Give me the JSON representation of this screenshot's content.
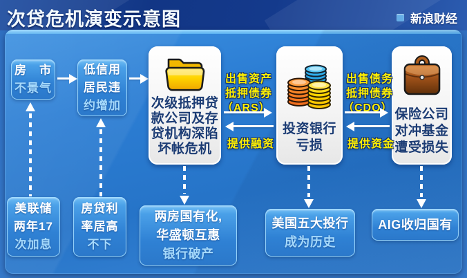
{
  "header": {
    "title": "次贷危机演变示意图",
    "brand": "新浪财经"
  },
  "flow": {
    "top_boxes": [
      {
        "id": "housing-market",
        "lines": [
          "房　市",
          "不景气"
        ]
      },
      {
        "id": "low-credit-defaults",
        "lines": [
          "低信用",
          "居民违",
          "约增加"
        ]
      }
    ],
    "stage_boxes": [
      {
        "id": "subprime-lenders",
        "icon": "folder-icon",
        "lines": [
          "次级抵押贷",
          "款公司及存",
          "贷机构深陷",
          "坏帐危机"
        ]
      },
      {
        "id": "investment-banks",
        "icon": "coins-icon",
        "lines": [
          "投资银行",
          "亏损"
        ]
      },
      {
        "id": "insurers-hedge-funds",
        "icon": "briefcase-icon",
        "lines": [
          "保险公司",
          "对冲基金",
          "遭受损失"
        ]
      }
    ],
    "links": [
      {
        "from": "subprime-lenders",
        "to": "investment-banks",
        "forward_lines": [
          "出售资产",
          "抵押债券",
          "（ARS）"
        ],
        "back_label": "提供融资"
      },
      {
        "from": "investment-banks",
        "to": "insurers-hedge-funds",
        "forward_lines": [
          "出售债务",
          "抵押债券",
          "（CDO）"
        ],
        "back_label": "提供资金"
      }
    ],
    "bottom_boxes": [
      {
        "id": "fed-rate-hikes",
        "lines": [
          "美联储",
          "两年17",
          "次加息"
        ]
      },
      {
        "id": "high-mortgage-rates",
        "lines": [
          "房贷利",
          "率居高",
          "不下"
        ]
      },
      {
        "id": "gse-nationalization",
        "lines": [
          "两房国有化,",
          "华盛顿互惠",
          "银行破产"
        ]
      },
      {
        "id": "five-ibanks-history",
        "lines": [
          "美国五大投行",
          "成为历史"
        ]
      },
      {
        "id": "aig-nationalized",
        "lines": [
          "AIG收归国有"
        ]
      }
    ]
  },
  "colors": {
    "header_navy": "#123685",
    "panel_blue": "#2a77c9",
    "box_blue": "#2f81d4",
    "label_yellow": "#fff000",
    "card_text_navy": "#1c3c74",
    "dim_line_blue": "#a5d9fb",
    "folder_yellow": "#ffd400",
    "briefcase_brown": "#9a4c12"
  }
}
